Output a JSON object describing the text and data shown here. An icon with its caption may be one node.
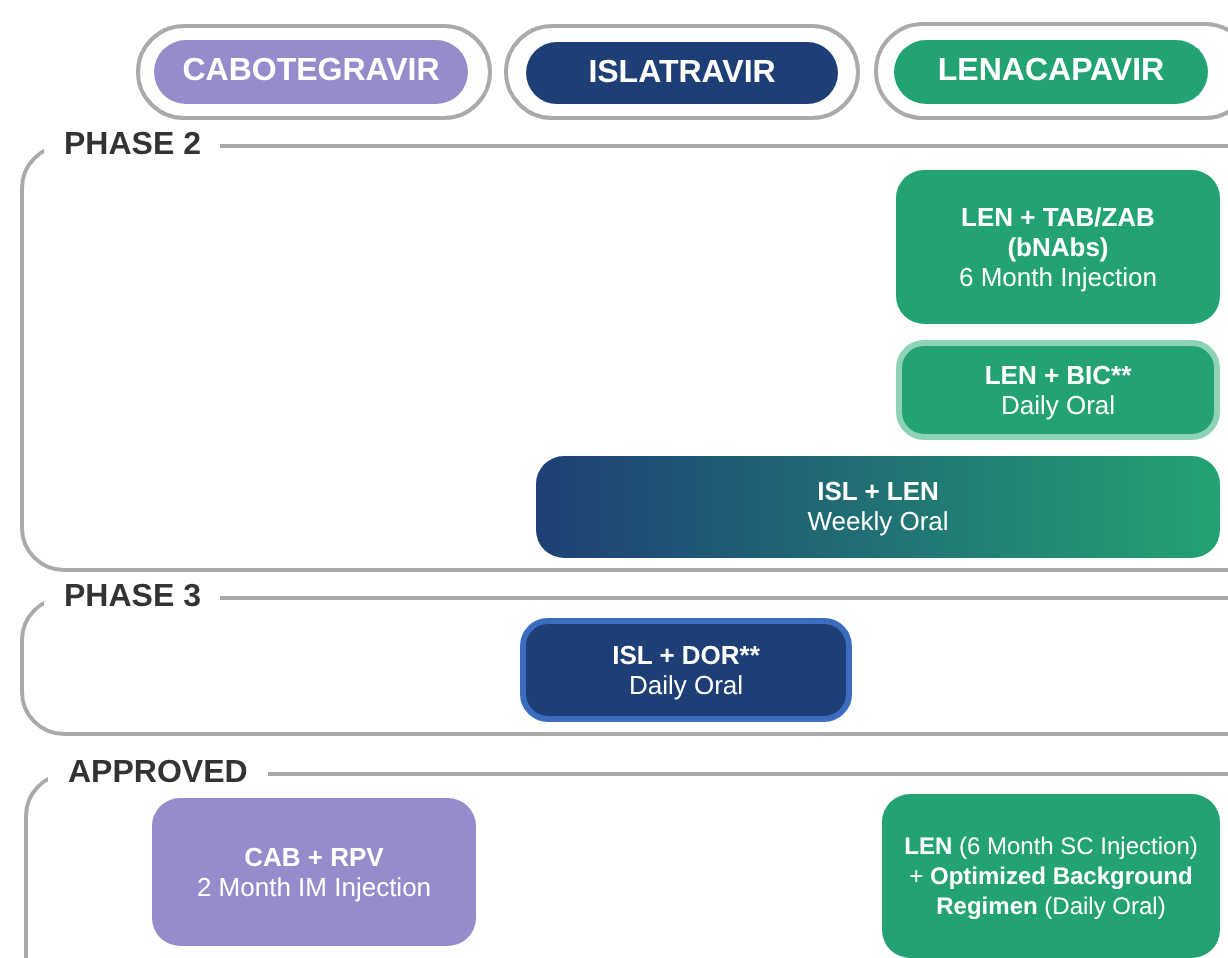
{
  "diagram": {
    "nodes": [
      {
        "text": [
          "CABOTEGRAVIR"
        ]
      },
      {
        "text": [
          "ISLATRAVIR"
        ]
      },
      {
        "text": [
          "LENACAPAVIR"
        ]
      },
      {
        "text": [
          "PHASE 2"
        ]
      },
      {
        "text": [
          "LEN + TAB/ZAB (bNAbs)",
          "6 Month Injection"
        ],
        "in": 3
      },
      {
        "text": [
          "LEN + BIC**",
          "Daily Oral"
        ],
        "in": 3
      },
      {
        "text": [
          "ISL + LEN",
          "Weekly Oral"
        ],
        "in": 3
      },
      {
        "text": [
          "PHASE 3"
        ]
      },
      {
        "text": [
          "ISL + DOR**",
          "Daily Oral"
        ],
        "in": 7
      },
      {
        "text": [
          "APPROVED"
        ]
      },
      {
        "text": [
          "CAB + RPV",
          "2 Month IM Injection"
        ],
        "in": 9
      },
      {
        "text": [
          "**LEN** (6 Month SC Injection) + **Optimized Background Regimen** (Daily Oral)"
        ],
        "in": 9
      }
    ],
    "edges": []
  }
}
